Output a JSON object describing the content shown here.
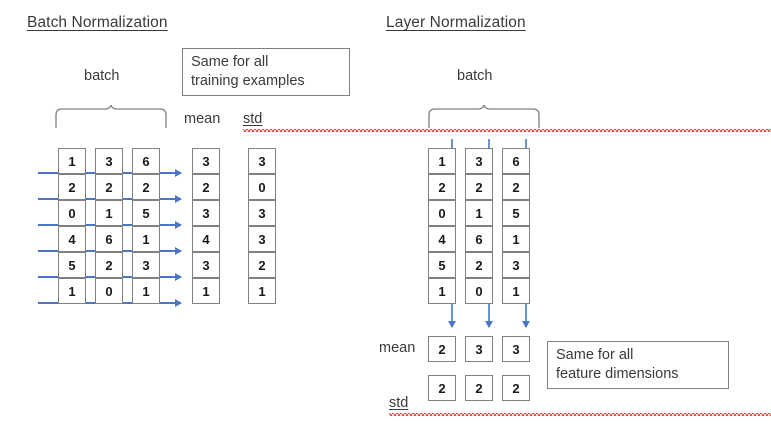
{
  "sections": {
    "batch_norm": {
      "title": "Batch Normalization",
      "batch_label": "batch",
      "note": {
        "line1": "Same for all",
        "line2": "training examples"
      },
      "mean_label": "mean",
      "std_label": "std",
      "matrix": {
        "columns": [
          [
            1,
            2,
            0,
            4,
            5,
            1
          ],
          [
            3,
            2,
            1,
            6,
            2,
            0
          ],
          [
            6,
            2,
            5,
            1,
            3,
            1
          ]
        ],
        "mean": [
          3,
          2,
          3,
          4,
          3,
          1
        ],
        "std": [
          3,
          0,
          3,
          3,
          2,
          1
        ]
      }
    },
    "layer_norm": {
      "title": "Layer Normalization",
      "batch_label": "batch",
      "note": {
        "line1": "Same for all",
        "line2": "feature dimensions"
      },
      "mean_label": "mean",
      "std_label": "std",
      "matrix": {
        "columns": [
          [
            1,
            2,
            0,
            4,
            5,
            1
          ],
          [
            3,
            2,
            1,
            6,
            2,
            0
          ],
          [
            6,
            2,
            5,
            1,
            3,
            1
          ]
        ],
        "mean": [
          2,
          3,
          3
        ],
        "std": [
          2,
          2,
          2
        ]
      }
    }
  },
  "colors": {
    "arrow_blue": "#4a77c4",
    "cell_border": "#808080",
    "text": "#3a3a3a",
    "spellcheck_red": "#e8453c"
  }
}
